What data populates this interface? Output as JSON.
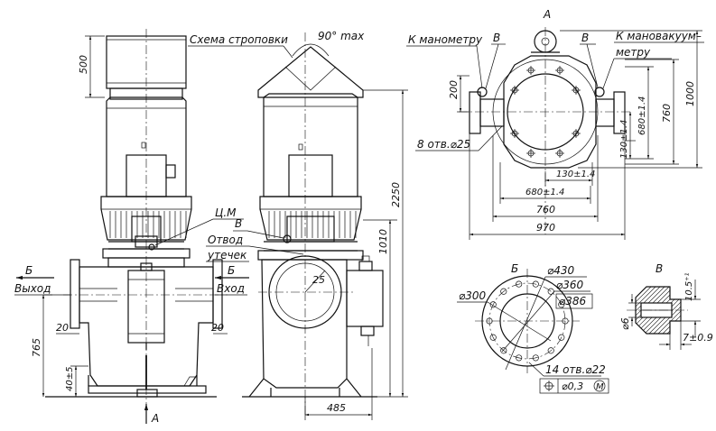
{
  "view_labels": {
    "view_a": "A",
    "section_b": "Б",
    "detail_v": "В",
    "arrow_a": "А",
    "arrow_b_left": "Б",
    "arrow_b_right": "Б"
  },
  "annotations": {
    "sling_scheme": "Схема строповки",
    "sling_angle": "90° max",
    "outlet": "Выход",
    "inlet": "Вход",
    "center_mass": "Ц.М",
    "leak_line1": "Отвод",
    "leak_line2": "утечек",
    "to_manometer": "К манометру",
    "to_vacuum_line1": "К мановакуум–",
    "to_vacuum_line2": "метру",
    "holes_8": "8 отв.⌀25",
    "holes_14": "14 отв.⌀22",
    "position_tol": "⌀0,3",
    "max_cond": "M",
    "detail_v1": "В",
    "detail_v2": "В",
    "detail_v3": "В"
  },
  "dimensions": {
    "d500": "500",
    "d2250": "2250",
    "d1010": "1010",
    "d485": "485",
    "d765": "765",
    "d40": "40±5",
    "d20a": "20",
    "d20b": "20",
    "d25": "25",
    "d200": "200",
    "d1000": "1000",
    "d760v": "760",
    "d680v": "680±1.4",
    "d130v": "130±1.4",
    "d130h": "130±1.4",
    "d680h": "680±1.4",
    "d760h": "760",
    "d970": "970",
    "d430": "⌀430",
    "d360": "⌀360",
    "d386": "⌀386",
    "d300": "⌀300",
    "d6": "⌀6",
    "d105": "10.5⁺¹",
    "d7": "7±0.9"
  }
}
